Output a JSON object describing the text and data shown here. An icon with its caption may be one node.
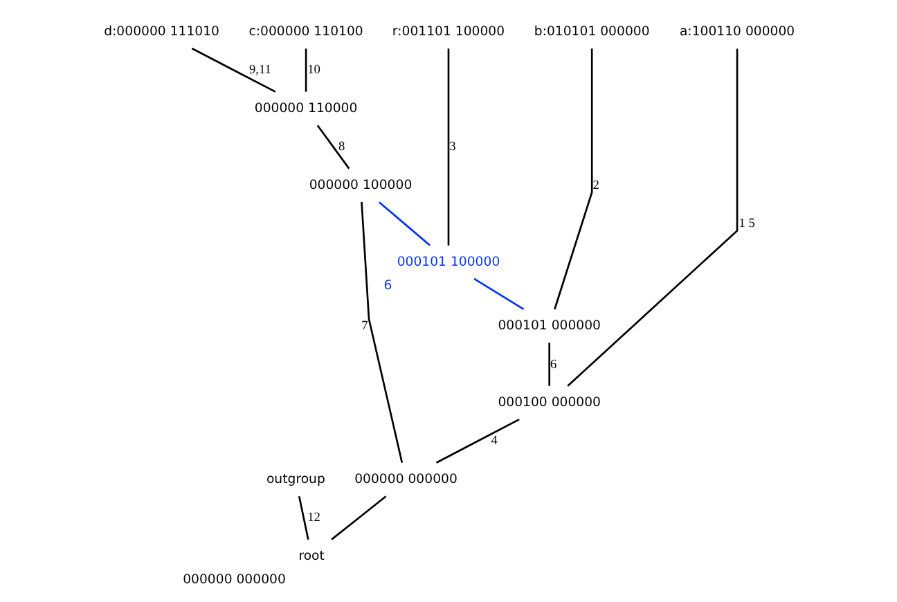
{
  "diagram": {
    "nodes": [
      {
        "text": [
          "r:001101 100000"
        ]
      },
      {
        "text": [
          "b:010101 000000"
        ]
      },
      {
        "text": [
          "c:000000 110100"
        ]
      },
      {
        "text": [
          "a:100110 000000"
        ]
      },
      {
        "text": [
          "d:000000 111010"
        ]
      },
      {
        "text": [
          "000101 100000"
        ],
        "beside": [
          "6"
        ]
      },
      {
        "text": [
          "000000 110000"
        ]
      },
      {
        "text": [
          "000101 000000"
        ]
      },
      {
        "text": [
          "000000 100000"
        ]
      },
      {
        "text": [
          "000100 000000"
        ]
      },
      {
        "text": [
          "outgroup"
        ]
      },
      {
        "text": [
          "000000 000000"
        ]
      },
      {
        "text": [
          "root"
        ],
        "beside": [
          "000000 000000"
        ]
      }
    ],
    "edges": [
      {
        "from": 12,
        "to": 10,
        "arrow": "none",
        "label": "12"
      },
      {
        "from": 12,
        "to": 11,
        "arrow": "none"
      },
      {
        "from": 11,
        "to": 9,
        "arrow": "none",
        "label": "4"
      },
      {
        "from": 9,
        "to": 3,
        "arrow": "none",
        "label": "1 5"
      },
      {
        "from": 9,
        "to": 7,
        "arrow": "none",
        "label": "6"
      },
      {
        "from": 7,
        "to": 1,
        "arrow": "none",
        "label": "2"
      },
      {
        "from": 11,
        "to": 8,
        "arrow": "none",
        "label": "7"
      },
      {
        "from": 8,
        "to": 6,
        "arrow": "none",
        "label": "8"
      },
      {
        "from": 6,
        "to": 2,
        "arrow": "none",
        "label": "10"
      },
      {
        "from": 6,
        "to": 4,
        "arrow": "none",
        "label": "9,11"
      },
      {
        "from": 7,
        "to": 5,
        "arrow": "none",
        "color": "#0033ff"
      },
      {
        "from": 5,
        "to": 8,
        "arrow": "none",
        "color": "#0033ff"
      },
      {
        "from": 5,
        "to": 0,
        "arrow": "none",
        "label": "3"
      }
    ]
  }
}
